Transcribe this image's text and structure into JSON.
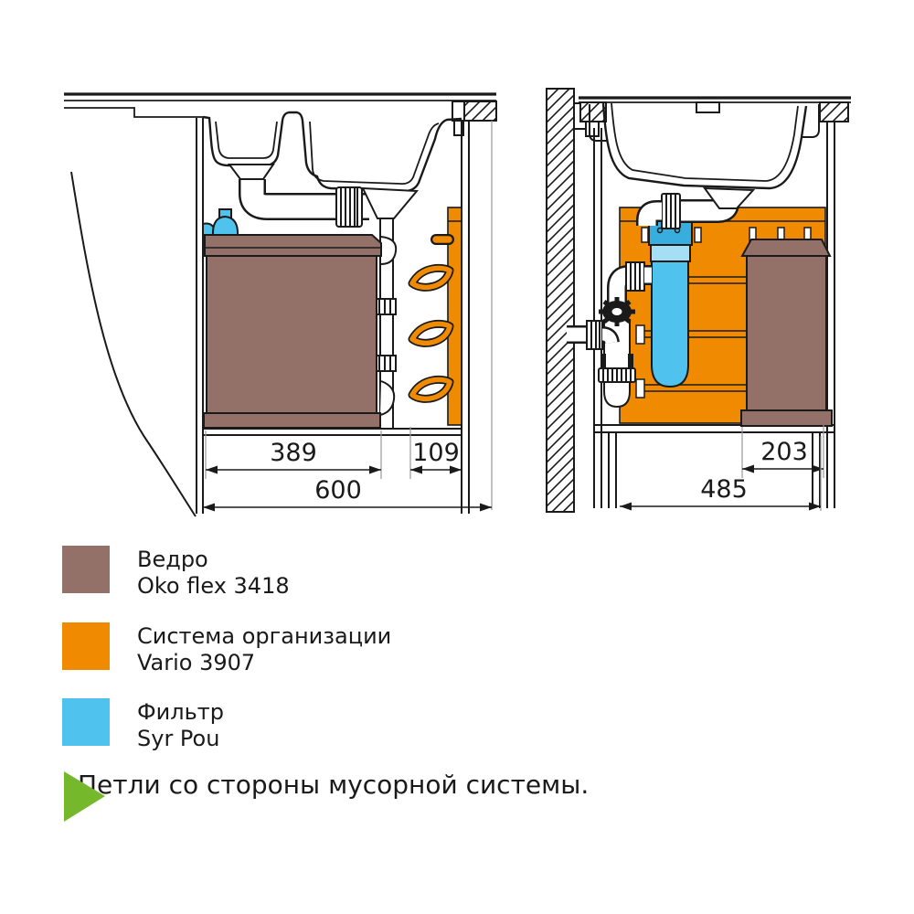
{
  "window": {
    "background": "#ffffff"
  },
  "colors": {
    "brown": "#937169",
    "orange": "#f08a00",
    "blue": "#4fc3ee",
    "blue_dark": "#38aede",
    "blue_light": "#a5dff6",
    "green": "#76b82c",
    "line": "#1a1a1a"
  },
  "diagrams": {
    "left": {
      "dims": {
        "bucket": "389",
        "organizer": "109",
        "cabinet": "600"
      }
    },
    "right": {
      "dims": {
        "bucket": "203",
        "cabinet": "485"
      }
    }
  },
  "legend": {
    "items": [
      {
        "id": "bucket",
        "color": "#937169",
        "line1": "Ведро",
        "line2": "Oko flex 3418"
      },
      {
        "id": "organizer",
        "color": "#f08a00",
        "line1": "Система организации",
        "line2": "Vario 3907"
      },
      {
        "id": "filter",
        "color": "#4fc3ee",
        "line1": "Фильтр",
        "line2": "Syr Pou"
      }
    ]
  },
  "note": {
    "text": "Петли со стороны мусорной системы."
  }
}
